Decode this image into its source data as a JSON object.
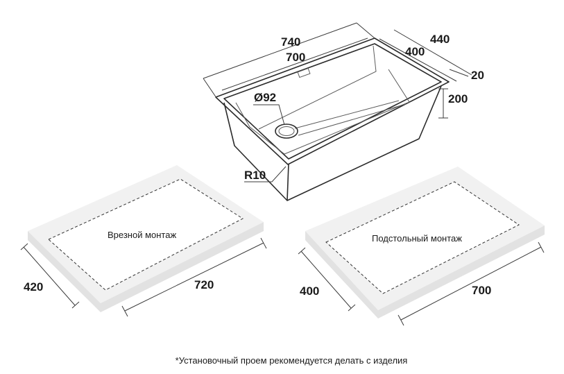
{
  "sink": {
    "dim_outer_length": "740",
    "dim_inner_length": "700",
    "dim_outer_width": "440",
    "dim_inner_width": "400",
    "dim_rim": "20",
    "dim_depth": "200",
    "dim_drain": "Ø92",
    "dim_radius": "R10"
  },
  "cutouts": [
    {
      "label": "Врезной монтаж",
      "width": "420",
      "length": "720"
    },
    {
      "label": "Подстольный монтаж",
      "width": "400",
      "length": "700"
    }
  ],
  "footnote": "*Установочный проем рекомендуется делать с изделия"
}
